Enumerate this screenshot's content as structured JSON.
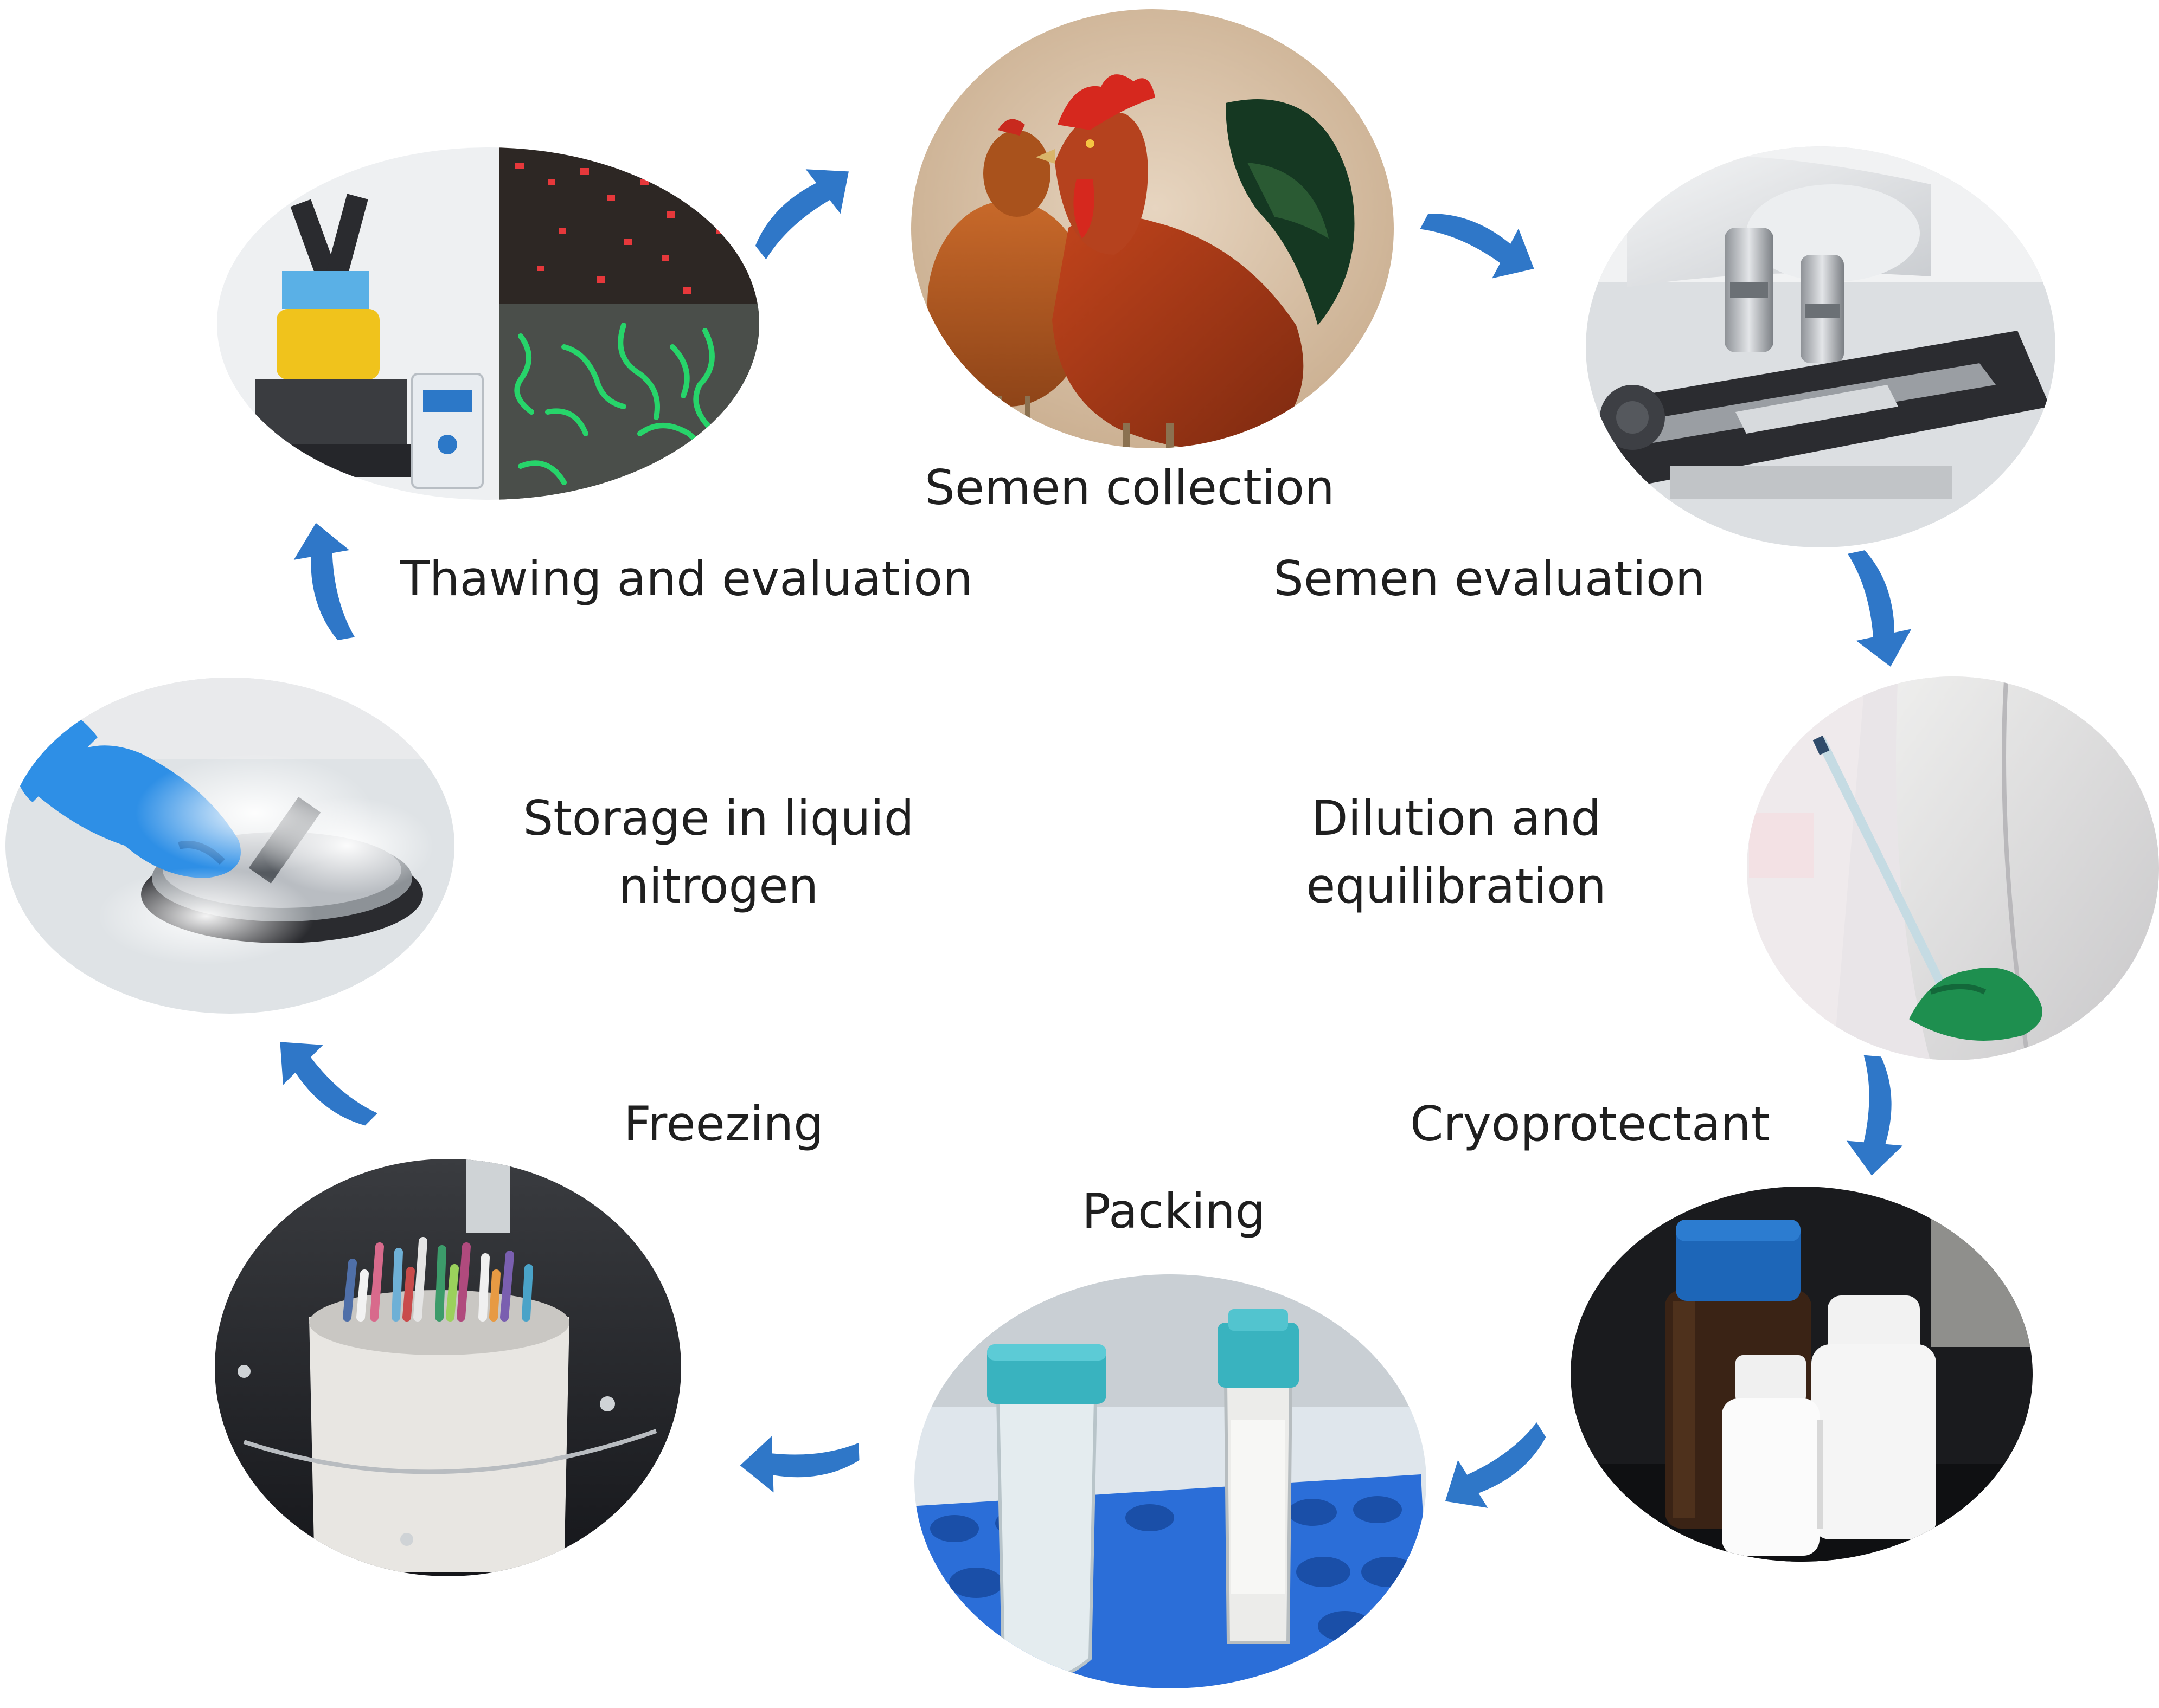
{
  "steps": [
    {
      "id": "semen-collection",
      "label": "Semen collection",
      "image": "rooster and hen"
    },
    {
      "id": "semen-evaluation",
      "label": "Semen evaluation",
      "image": "microscope"
    },
    {
      "id": "dilution",
      "label_lines": [
        "Dilution and",
        "equilibration"
      ],
      "image": "pipette and lab coat"
    },
    {
      "id": "cryoprotectant",
      "label": "Cryoprotectant",
      "image": "reagent bottles"
    },
    {
      "id": "packing",
      "label": "Packing",
      "image": "tubes in rack"
    },
    {
      "id": "freezing",
      "label": "Freezing",
      "image": "straws in canister"
    },
    {
      "id": "storage",
      "label_lines": [
        "Storage in liquid",
        "nitrogen"
      ],
      "image": "liquid nitrogen tank"
    },
    {
      "id": "thawing",
      "label": "Thawing and evaluation",
      "image": "fluorescence microscope with stained sperm"
    }
  ],
  "colors": {
    "arrow": "#2f77c8",
    "text": "#1f1f1f",
    "background": "#ffffff"
  }
}
